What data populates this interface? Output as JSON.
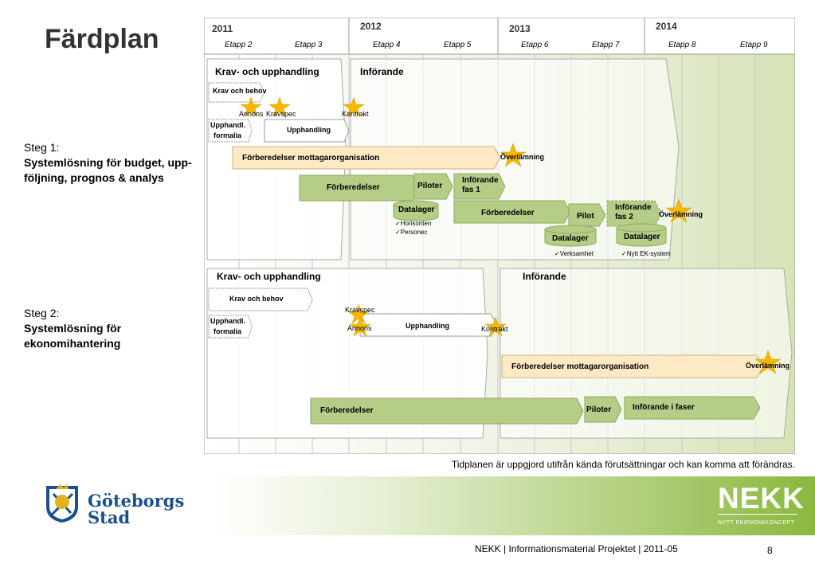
{
  "page_title": "Färdplan",
  "steg1": {
    "label": "Steg 1:",
    "desc_line1": "Systemlösning för budget, upp-",
    "desc_line2": "följning, prognos & analys"
  },
  "steg2": {
    "label": "Steg 2:",
    "desc_line1": "Systemlösning för",
    "desc_line2": "ekonomihantering"
  },
  "years": [
    "2011",
    "2012",
    "2013",
    "2014"
  ],
  "etapps": [
    "Etapp 2",
    "Etapp 3",
    "Etapp 4",
    "Etapp 5",
    "Etapp 6",
    "Etapp 7",
    "Etapp 8",
    "Etapp 9"
  ],
  "s1": {
    "phase1": "Krav- och upphandling",
    "phase2": "Införande",
    "krav_och_behov": "Krav och behov",
    "annons": "Annons",
    "kravspec": "Kravspec",
    "kontrakt": "Kontrakt",
    "upphandl_formalia_1": "Upphandl.",
    "upphandl_formalia_2": "formalia",
    "upphandling": "Upphandling",
    "forb_mottagar": "Förberedelser mottagarorganisation",
    "overlamning": "Överlämning",
    "forberedelser": "Förberedelser",
    "piloter": "Piloter",
    "inforande_fas1_1": "Införande",
    "inforande_fas1_2": "fas 1",
    "datalager": "Datalager",
    "horisonten": "✓Horisonten",
    "personec": "✓Personec",
    "forberedelser2": "Förberedelser",
    "pilot": "Pilot",
    "inforande_fas2_1": "Införande",
    "inforande_fas2_2": "fas 2",
    "overlamning2": "Överlämning",
    "datalager2": "Datalager",
    "datalager3": "Datalager",
    "verksamhet": "✓Verksamhet",
    "nytt_ek": "✓Nytt EK-system"
  },
  "s2": {
    "phase1": "Krav- och upphandling",
    "phase2": "Införande",
    "krav_och_behov": "Krav och behov",
    "upphandl_formalia_1": "Upphandl.",
    "upphandl_formalia_2": "formalia",
    "kravspec": "Kravspec",
    "annons": "Annons",
    "upphandling": "Upphandling",
    "kontrakt": "Kontrakt",
    "forb_mottagar": "Förberedelser mottagarorganisation",
    "overlamning": "Överlämning",
    "forberedelser": "Förberedelser",
    "piloter": "Piloter",
    "inforande_faser": "Införande i faser"
  },
  "footnote": "Tidplanen är uppgjord utifrån kända förutsättningar och kan komma att förändras.",
  "footer_text": "NEKK  |  Informationsmaterial Projektet |  2011-05",
  "page_number": "8",
  "logo": {
    "line1": "Göteborgs",
    "line2": "Stad",
    "nekk": "NEKK",
    "nekk_sub": "NYTT EKONOMIKONCEPT"
  },
  "colors": {
    "green_box": "#b5cd86",
    "light_green_bg": "#eef2e2",
    "orange_box": "#fde9c4",
    "star": "#f5b800",
    "nekk_green": "#8ab83e"
  }
}
